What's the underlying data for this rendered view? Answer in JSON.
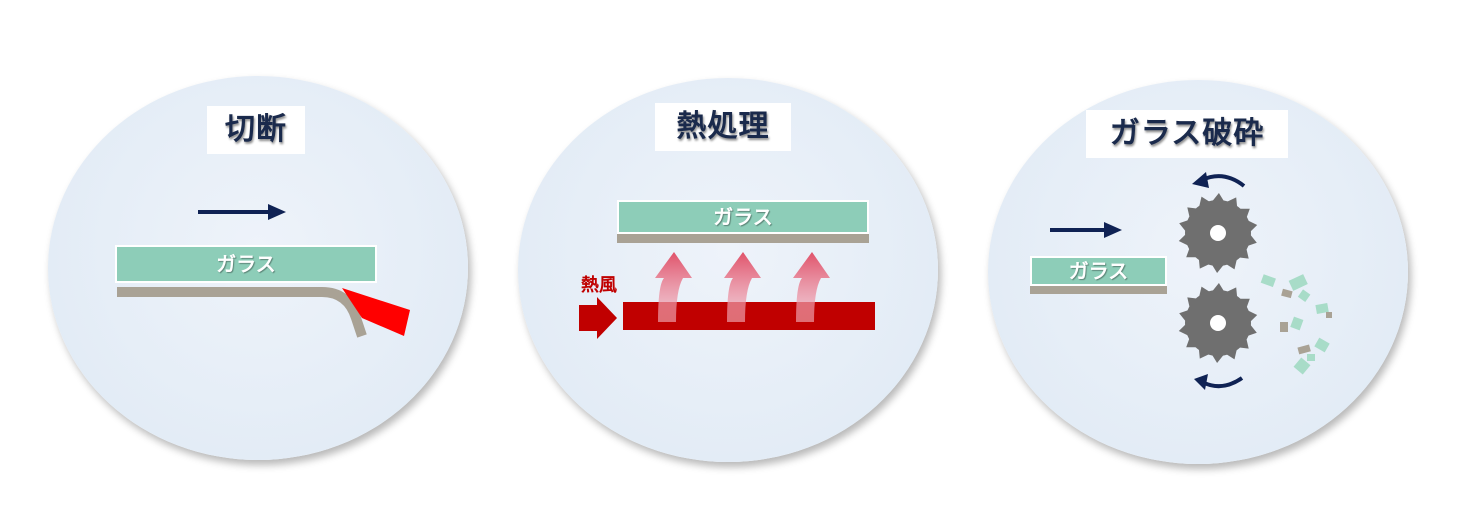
{
  "panels": [
    {
      "title": "切断",
      "glass_label": "ガラス"
    },
    {
      "title": "熱処理",
      "glass_label": "ガラス",
      "hot_air_label": "熱風"
    },
    {
      "title": "ガラス破砕",
      "glass_label": "ガラス"
    }
  ],
  "colors": {
    "panel_bg": "#e3ecf6",
    "title_text": "#1a2a4c",
    "glass": "#8dcdb8",
    "film": "#a9a295",
    "arrow_navy": "#0f2254",
    "cutter_red": "#ff0000",
    "heater_red": "#c00000",
    "heat_arrow_pink": "#e0526a",
    "gear_gray": "#6f6f6f",
    "fragment_teal": "#a8dcc8",
    "fragment_tan": "#a9a295"
  },
  "icons": [
    "direction-arrow-icon",
    "cutter-blade-icon",
    "hot-air-arrow-icon",
    "heat-rising-arrow-icon",
    "crusher-gear-icon",
    "rotation-arrow-icon",
    "glass-fragment-icon"
  ]
}
